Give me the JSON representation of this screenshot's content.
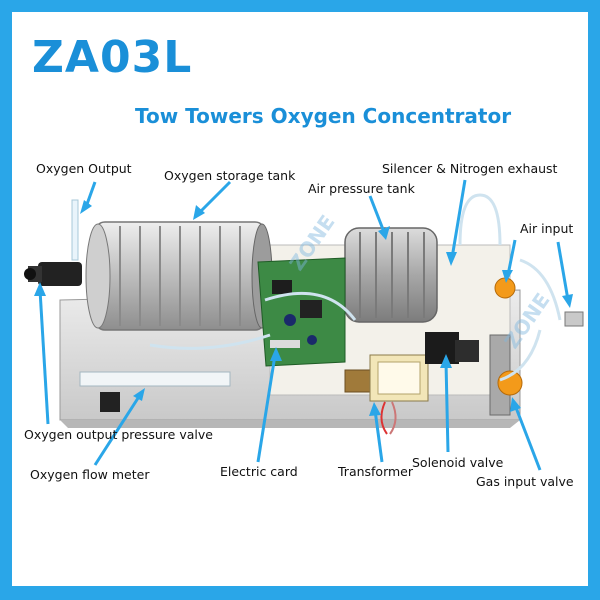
{
  "header": {
    "model": "ZA03L",
    "product": "Tow Towers Oxygen Concentrator"
  },
  "watermark": "ZONE",
  "labels": {
    "oxygen_output": "Oxygen Output",
    "oxygen_storage_tank": "Oxygen storage tank",
    "silencer": "Silencer & Nitrogen exhaust",
    "air_pressure_tank": "Air pressure tank",
    "air_input": "Air input",
    "oxygen_output_pressure_valve": "Oxygen output pressure valve",
    "oxygen_flow_meter": "Oxygen flow meter",
    "electric_card": "Electric card",
    "transformer": "Transformer",
    "solenoid_valve": "Solenoid valve",
    "gas_input_valve": "Gas input valve"
  },
  "colors": {
    "frame": "#2aa6e8",
    "title": "#1a8fd8",
    "arrow": "#2aa6e8",
    "label_text": "#111111"
  }
}
